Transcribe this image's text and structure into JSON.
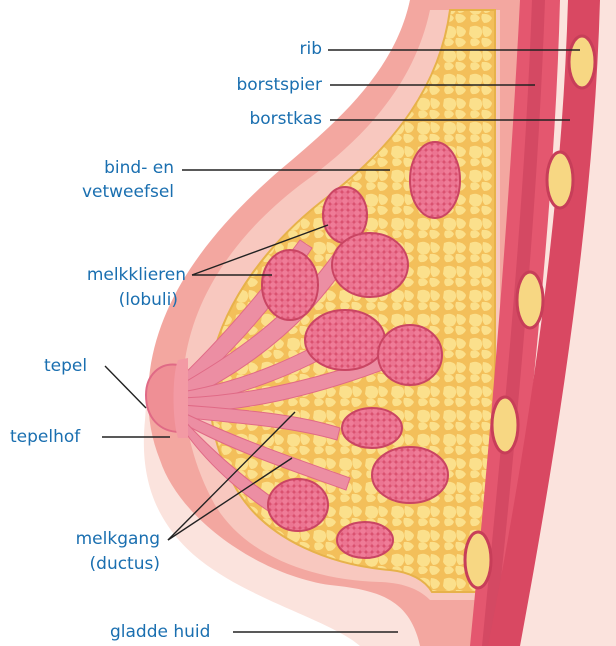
{
  "labels": {
    "rib": "rib",
    "borstspier": "borstspier",
    "borstkas": "borstkas",
    "bind_line1": "bind- en",
    "bind_line2": "vetweefsel",
    "melkklieren_line1": "melkklieren",
    "melkklieren_line2": "(lobuli)",
    "tepel": "tepel",
    "tepelhof": "tepelhof",
    "melkgang_line1": "melkgang",
    "melkgang_line2": "(ductus)",
    "gladde_huid": "gladde huid"
  },
  "colors": {
    "label_text": "#1a6fb0",
    "leader_line": "#222222",
    "skin_outer": "#f3a7a0",
    "skin_inner": "#f8c8bf",
    "body_background": "#fbe3dd",
    "fat_tissue": "#f9d877",
    "fat_outline": "#e7b24a",
    "gland_tissue": "#e8668a",
    "duct_tissue": "#ec8ea3",
    "muscle": "#e4576f",
    "muscle_dark": "#c73e59",
    "rib_bone": "#f7d783"
  }
}
